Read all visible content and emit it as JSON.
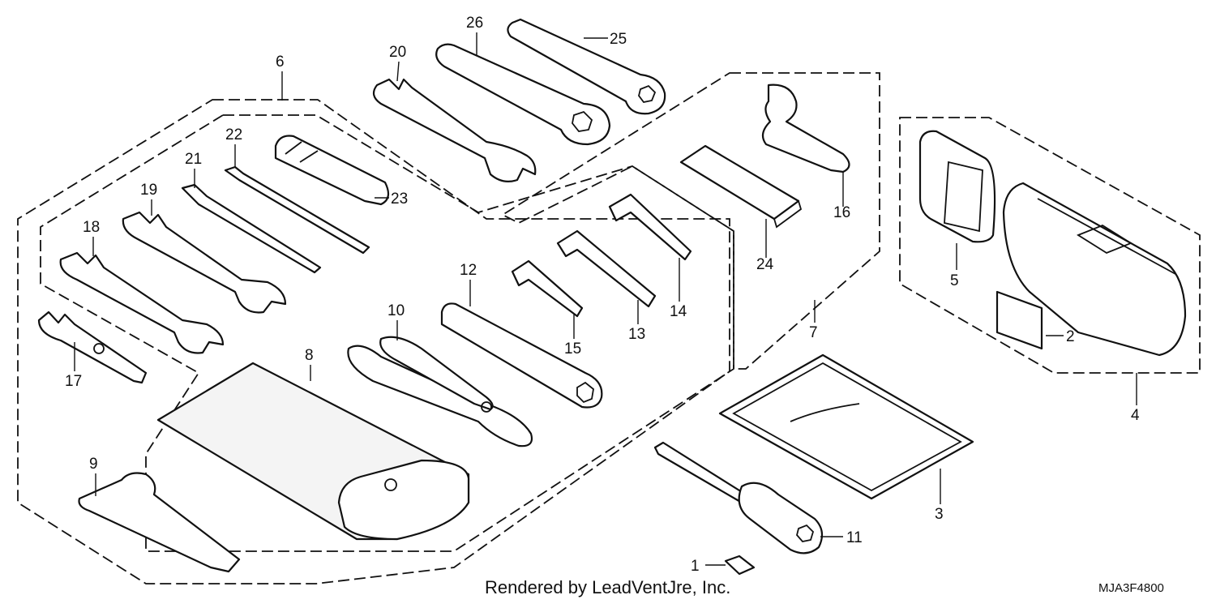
{
  "callouts": {
    "p1": "1",
    "p2": "2",
    "p3": "3",
    "p4": "4",
    "p5": "5",
    "p6": "6",
    "p7": "7",
    "p8": "8",
    "p9": "9",
    "p10": "10",
    "p11": "11",
    "p12": "12",
    "p13": "13",
    "p14": "14",
    "p15": "15",
    "p16": "16",
    "p17": "17",
    "p18": "18",
    "p19": "19",
    "p20": "20",
    "p21": "21",
    "p22": "22",
    "p23": "23",
    "p24": "24",
    "p25": "25",
    "p26": "26"
  },
  "footer": {
    "credit": "Rendered by LeadVentJre, Inc.",
    "code": "MJA3F4800"
  }
}
